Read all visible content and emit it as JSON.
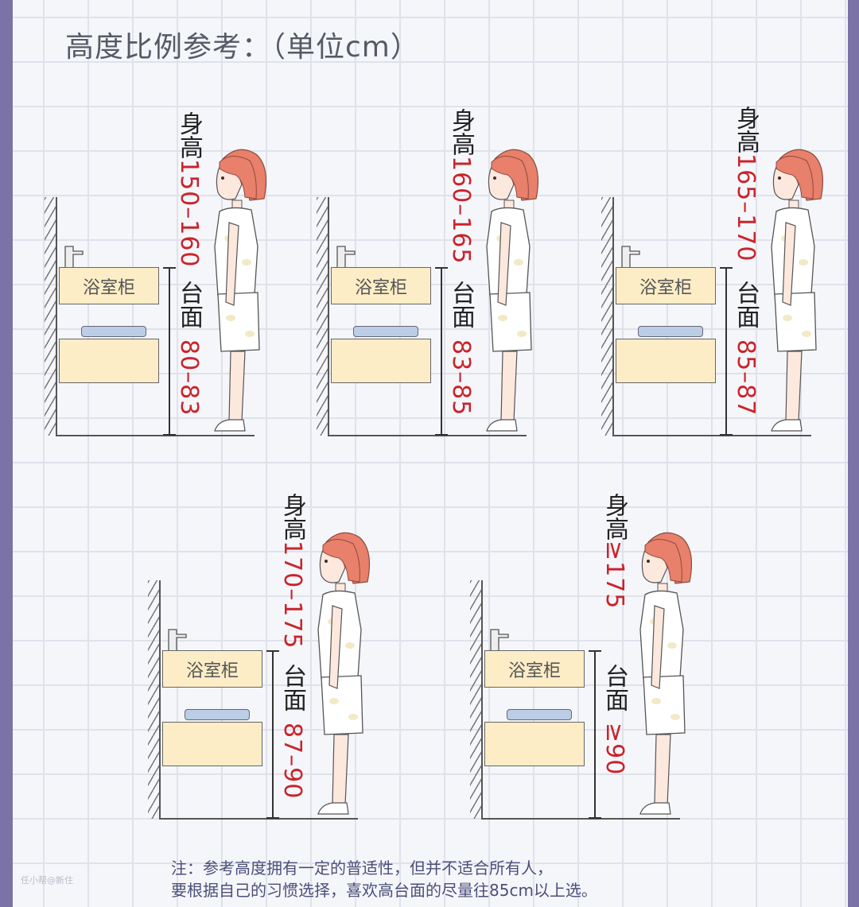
{
  "title": "高度比例参考：（单位cm）",
  "cabinet_label": "浴室柜",
  "height_label": "身高",
  "counter_label": "台面",
  "panels": [
    {
      "height_range": "150–160",
      "counter_range": "80–83"
    },
    {
      "height_range": "160–165",
      "counter_range": "83–85"
    },
    {
      "height_range": "165–170",
      "counter_range": "85–87"
    },
    {
      "height_range": "170–175",
      "counter_range": "87–90"
    },
    {
      "height_range": "≥175",
      "counter_range": "≥90"
    }
  ],
  "note": {
    "line1": "注：参考高度拥有一定的普适性，但并不适合所有人，",
    "line2": "要根据自己的习惯选择，喜欢高台面的尽量往85cm以上选。"
  },
  "watermark": "任小帮@新住",
  "colors": {
    "accent_red": "#c9242b",
    "border": "#7b72a6",
    "cabinet": "#fcedc6",
    "hair": "#e8806b"
  }
}
